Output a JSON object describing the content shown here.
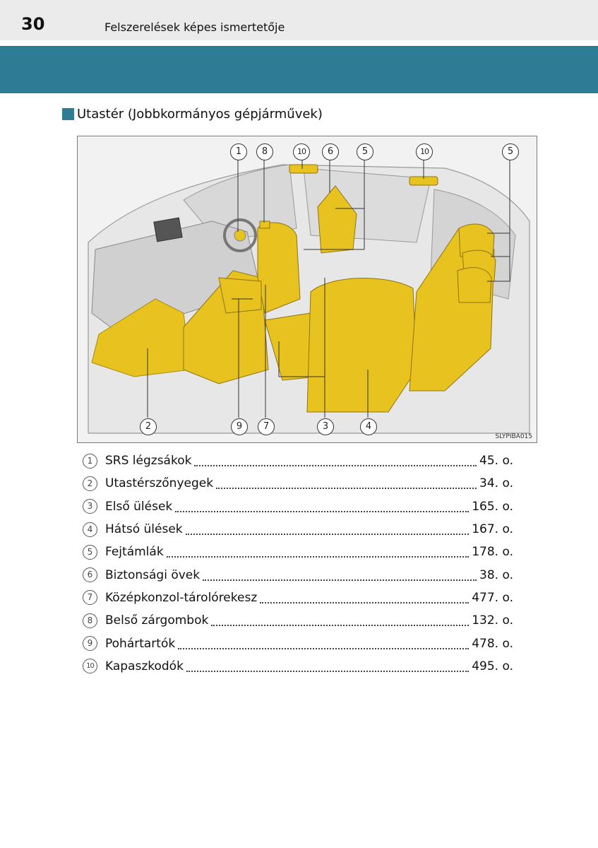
{
  "header": {
    "page_number": "30",
    "title": "Felszerelések képes ismertetője"
  },
  "section": {
    "title": "Utastér (Jobbkormányos gépjárművek)"
  },
  "figure": {
    "code": "SLYPIBA015",
    "callouts_top": [
      "1",
      "8",
      "10",
      "6",
      "5",
      "10",
      "5"
    ],
    "callouts_bottom": [
      "2",
      "9",
      "7",
      "3",
      "4"
    ]
  },
  "legend": [
    {
      "num": "1",
      "label": "SRS légzsákok",
      "page": "45. o."
    },
    {
      "num": "2",
      "label": "Utastérszőnyegek",
      "page": "34. o."
    },
    {
      "num": "3",
      "label": "Első ülések",
      "page": "165. o."
    },
    {
      "num": "4",
      "label": "Hátsó ülések",
      "page": "167. o."
    },
    {
      "num": "5",
      "label": "Fejtámlák",
      "page": "178. o."
    },
    {
      "num": "6",
      "label": "Biztonsági övek",
      "page": "38. o."
    },
    {
      "num": "7",
      "label": "Középkonzol-tárolórekesz",
      "page": "477. o."
    },
    {
      "num": "8",
      "label": "Belső zárgombok",
      "page": "132. o."
    },
    {
      "num": "9",
      "label": "Pohártartók",
      "page": "478. o."
    },
    {
      "num": "10",
      "label": "Kapaszkodók",
      "page": "495. o."
    }
  ],
  "colors": {
    "accent": "#2e7b96",
    "highlight": "#e8c21f"
  }
}
